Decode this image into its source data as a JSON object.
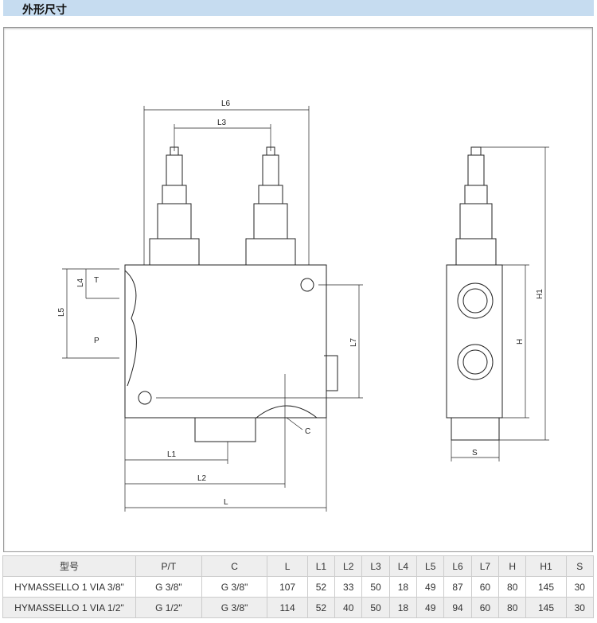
{
  "header": {
    "title": "外形尺寸"
  },
  "diagram": {
    "L6": "L6",
    "L3": "L3",
    "L4": "L4",
    "L5": "L5",
    "T": "T",
    "P": "P",
    "L7": "L7",
    "C": "C",
    "L1": "L1",
    "L2": "L2",
    "L": "L",
    "H1": "H1",
    "H": "H",
    "S": "S"
  },
  "table": {
    "headers": [
      "型号",
      "P/T",
      "C",
      "L",
      "L1",
      "L2",
      "L3",
      "L4",
      "L5",
      "L6",
      "L7",
      "H",
      "H1",
      "S"
    ],
    "rows": [
      [
        "HYMASSELLO 1 VIA 3/8\"",
        "G 3/8\"",
        "G 3/8\"",
        "107",
        "52",
        "33",
        "50",
        "18",
        "49",
        "87",
        "60",
        "80",
        "145",
        "30"
      ],
      [
        "HYMASSELLO 1 VIA 1/2\"",
        "G 1/2\"",
        "G 3/8\"",
        "114",
        "52",
        "40",
        "50",
        "18",
        "49",
        "94",
        "60",
        "80",
        "145",
        "30"
      ]
    ]
  }
}
